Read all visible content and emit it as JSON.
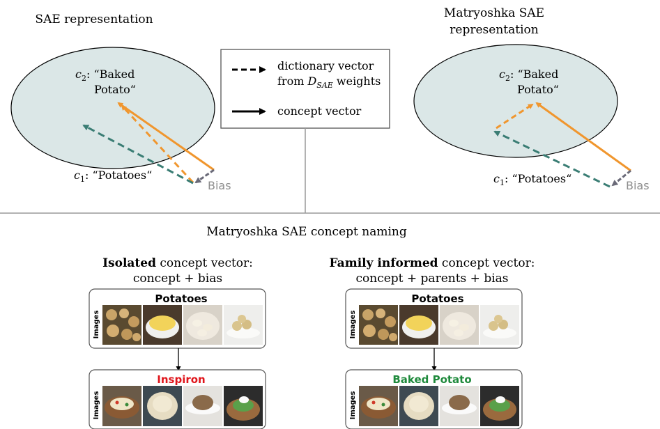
{
  "colors": {
    "orange": "#f0962e",
    "teal": "#3a7d74",
    "bias_gray": "#6a6a78",
    "ellipse_fill": "#dbe7e7",
    "red": "#e0151b",
    "green": "#1f8a3c"
  },
  "left_panel": {
    "title": "SAE representation",
    "c2_label_sym": "c",
    "c2_label_sub": "2",
    "c2_label_text": ": “Baked",
    "c2_label_line2": "Potato“",
    "c1_label_sym": "c",
    "c1_label_sub": "1",
    "c1_label_text": ": “Potatoes“",
    "bias_label": "Bias"
  },
  "right_panel": {
    "title_line1": "Matryoshka SAE",
    "title_line2": "representation",
    "c2_label_sym": "c",
    "c2_label_sub": "2",
    "c2_label_text": ": “Baked",
    "c2_label_line2": "Potato“",
    "c1_label_sym": "c",
    "c1_label_sub": "1",
    "c1_label_text": ": “Potatoes“",
    "bias_label": "Bias"
  },
  "legend": {
    "dashed_line1": "dictionary vector",
    "dashed_line2_prefix": "from ",
    "dashed_sym": "D",
    "dashed_sub": "SAE",
    "dashed_line2_suffix": " weights",
    "solid_label": "concept vector"
  },
  "bottom": {
    "section_title": "Matryoshka SAE concept naming",
    "isolated": {
      "heading_bold": "Isolated",
      "heading_rest": " concept vector:",
      "heading_line2": "concept + bias",
      "top_card_title": "Potatoes",
      "top_card_side": "Images",
      "bottom_card_title": "Inspiron",
      "bottom_card_side": "Images"
    },
    "family": {
      "heading_bold": "Family informed",
      "heading_rest": " concept vector:",
      "heading_line2": "concept + parents + bias",
      "top_card_title": "Potatoes",
      "top_card_side": "Images",
      "bottom_card_title": "Baked Potato",
      "bottom_card_side": "Images"
    }
  }
}
